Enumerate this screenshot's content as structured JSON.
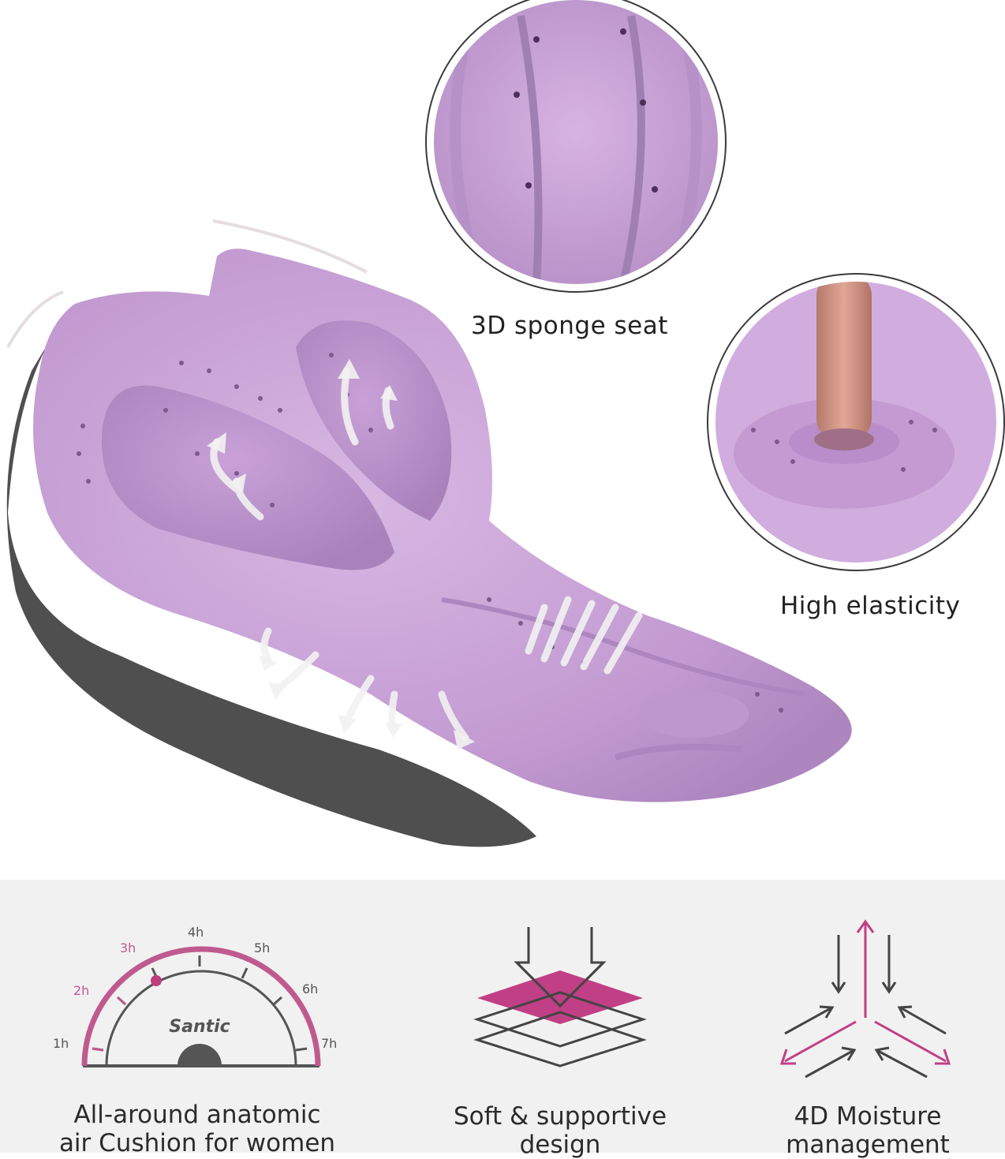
{
  "callouts": {
    "sponge_seat": "3D sponge seat",
    "elasticity": "High elasticity"
  },
  "features": [
    {
      "icon": "time-dial-icon",
      "title_line1": "All-around anatomic",
      "title_line2": "air Cushion for women"
    },
    {
      "icon": "layers-icon",
      "title_line1": "Soft & supportive",
      "title_line2": "design"
    },
    {
      "icon": "airflow-arrows-icon",
      "title_line1": "4D Moisture",
      "title_line2": "management"
    }
  ],
  "dial": {
    "brand": "Santic",
    "hours": [
      "1h",
      "2h",
      "3h",
      "4h",
      "5h",
      "6h",
      "7h"
    ],
    "highlight_upto": "3h"
  },
  "colors": {
    "pad": "#c9a3d6",
    "pad_dark": "#b58ec6",
    "shadow": "#4f4f4f",
    "accent": "#b8407c",
    "panel_bg": "#f1f1f1"
  }
}
